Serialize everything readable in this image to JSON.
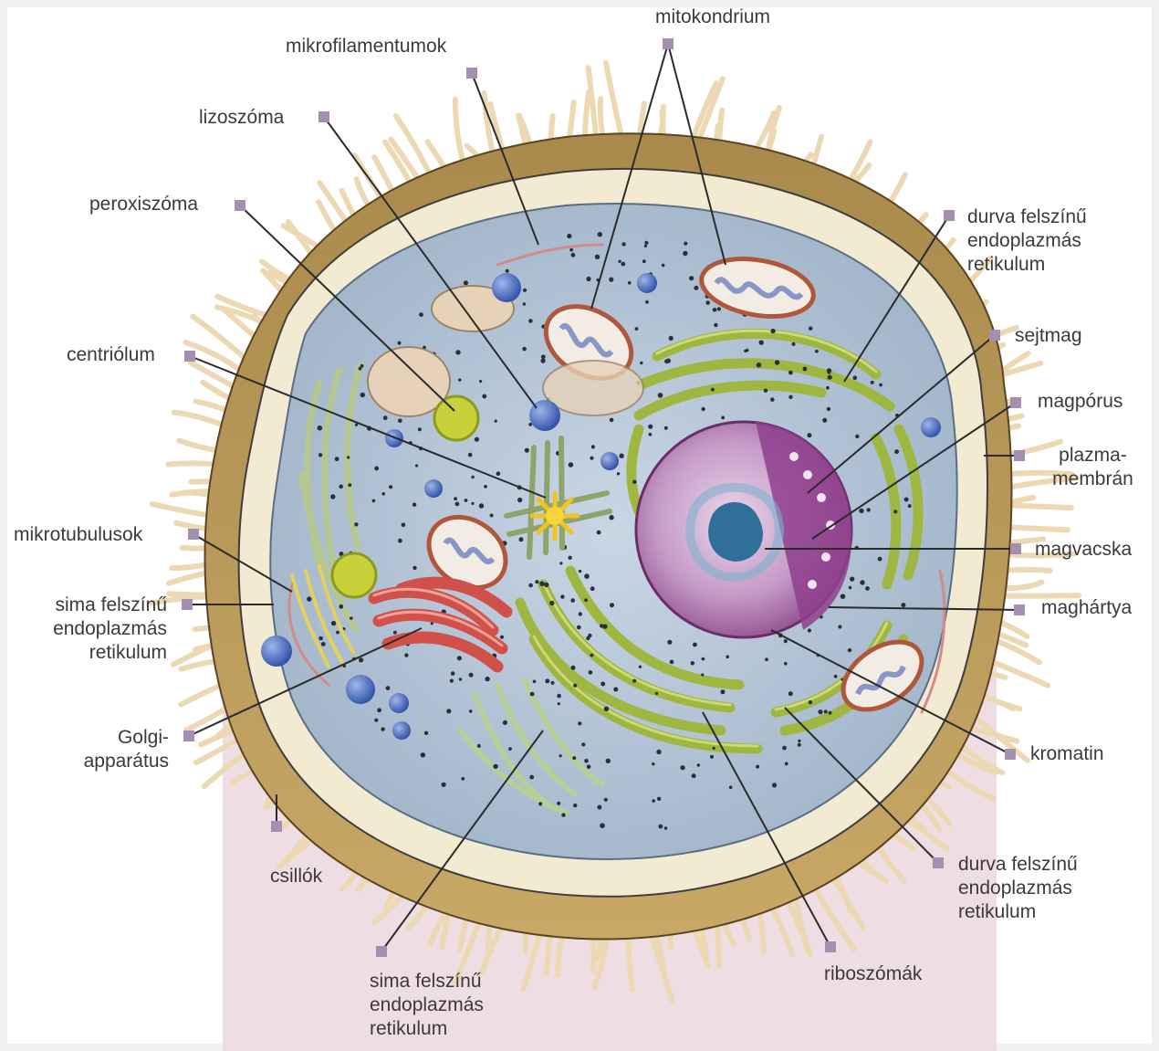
{
  "colors": {
    "marker": "#a28fb2",
    "leader": "#2b2b2b",
    "cytoplasm": "#b6c6d8",
    "rim": "#c9a866",
    "nucleus": "#a45c9e",
    "er_green": "#a9bf45",
    "golgi": "#d0504a",
    "background_band": "#eedde2"
  },
  "labels": {
    "mitokondrium": "mitokondrium",
    "mikrofilamentumok": "mikrofilamentumok",
    "lizoszoma": "lizoszóma",
    "peroxiszoma": "peroxiszóma",
    "centriolum": "centriólum",
    "mikrotubulusok": "mikrotubulusok",
    "sima_left": [
      "sima felszínű",
      "endoplazmás",
      "retikulum"
    ],
    "golgi": [
      "Golgi-",
      "apparátus"
    ],
    "csillok": "csillók",
    "sima_bottom": [
      "sima felszínű",
      "endoplazmás",
      "retikulum"
    ],
    "riboszomak": "riboszómák",
    "durva_bottom": [
      "durva felszínű",
      "endoplazmás",
      "retikulum"
    ],
    "kromatin": "kromatin",
    "maghartya": "maghártya",
    "magvacska": "magvacska",
    "plazmamembran": [
      "plazma-",
      "membrán"
    ],
    "magporus": "magpórus",
    "sejtmag": "sejtmag",
    "durva_top": [
      "durva felszínű",
      "endoplazmás",
      "retikulum"
    ]
  }
}
